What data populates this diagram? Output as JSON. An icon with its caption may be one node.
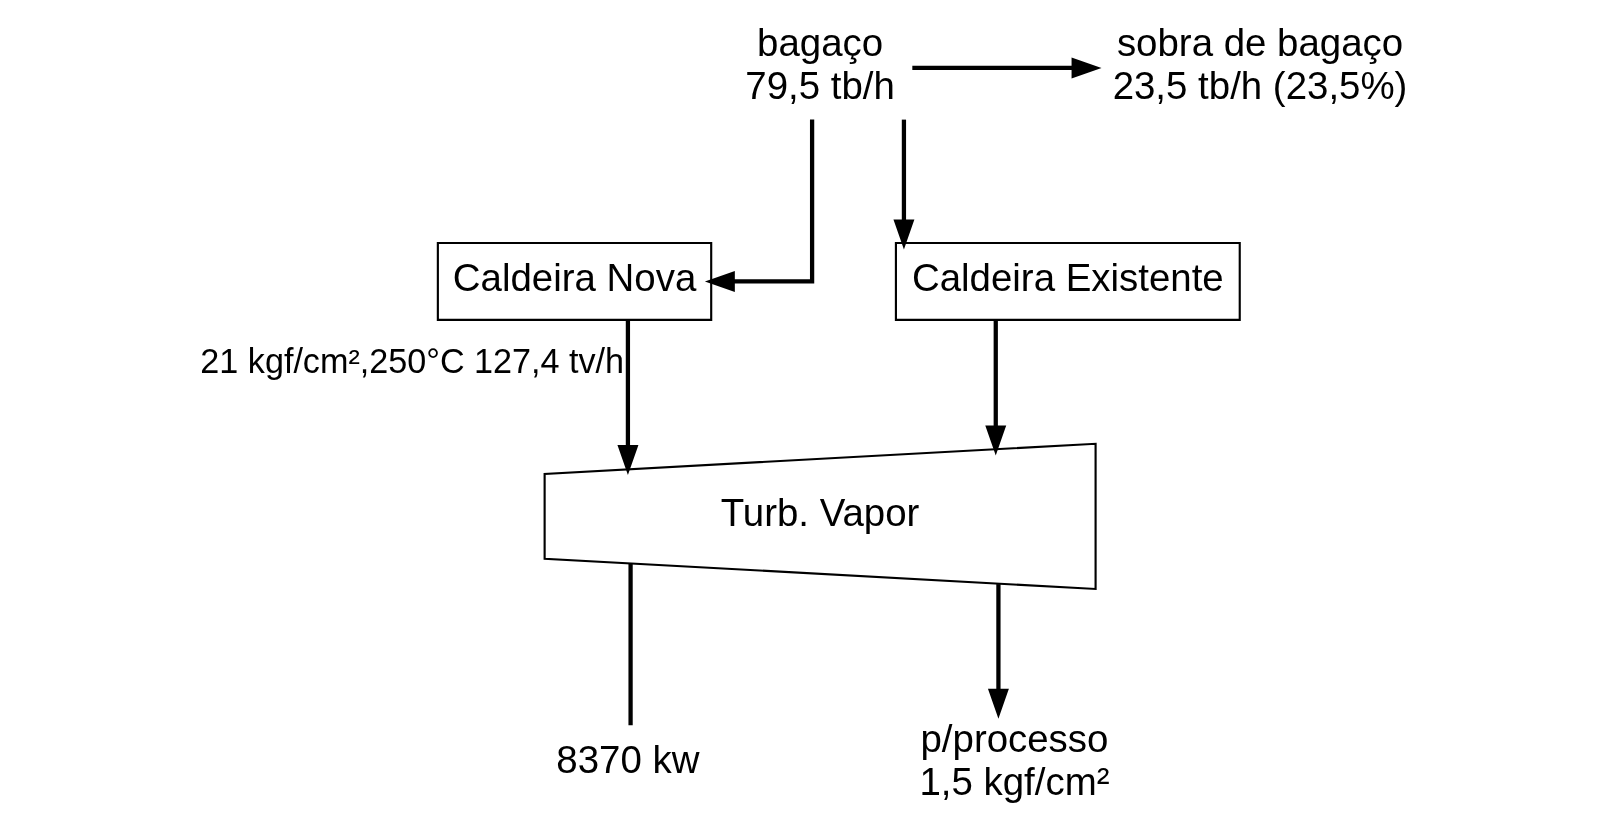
{
  "diagram": {
    "nodes": [
      {
        "text": [
          "bagaço"
        ],
        "beside": [
          "79,5 tb/h"
        ]
      },
      {
        "text": [
          "sobra de bagaço"
        ],
        "beside": [
          "23,5 tb/h (23,5%)"
        ]
      },
      {
        "text": [
          "Caldeira Nova"
        ]
      },
      {
        "text": [
          "Caldeira Existente"
        ]
      },
      {
        "text": [
          "Turb. Vapor"
        ]
      },
      {
        "text": [
          "8370 kw"
        ]
      },
      {
        "text": [
          "p/processo"
        ],
        "beside": [
          "1,5 kgf/cm²"
        ]
      }
    ],
    "edges": [
      {
        "from": 0,
        "to": 1,
        "arrow": "to"
      },
      {
        "from": 0,
        "to": 2,
        "arrow": "to"
      },
      {
        "from": 0,
        "to": 3,
        "arrow": "to"
      },
      {
        "from": 2,
        "to": 4,
        "arrow": "to",
        "label": "21 kgf/cm²,250°C 127,4 tv/h"
      },
      {
        "from": 3,
        "to": 4,
        "arrow": "to"
      },
      {
        "from": 4,
        "to": 5,
        "arrow": "none"
      },
      {
        "from": 4,
        "to": 6,
        "arrow": "to"
      }
    ]
  }
}
